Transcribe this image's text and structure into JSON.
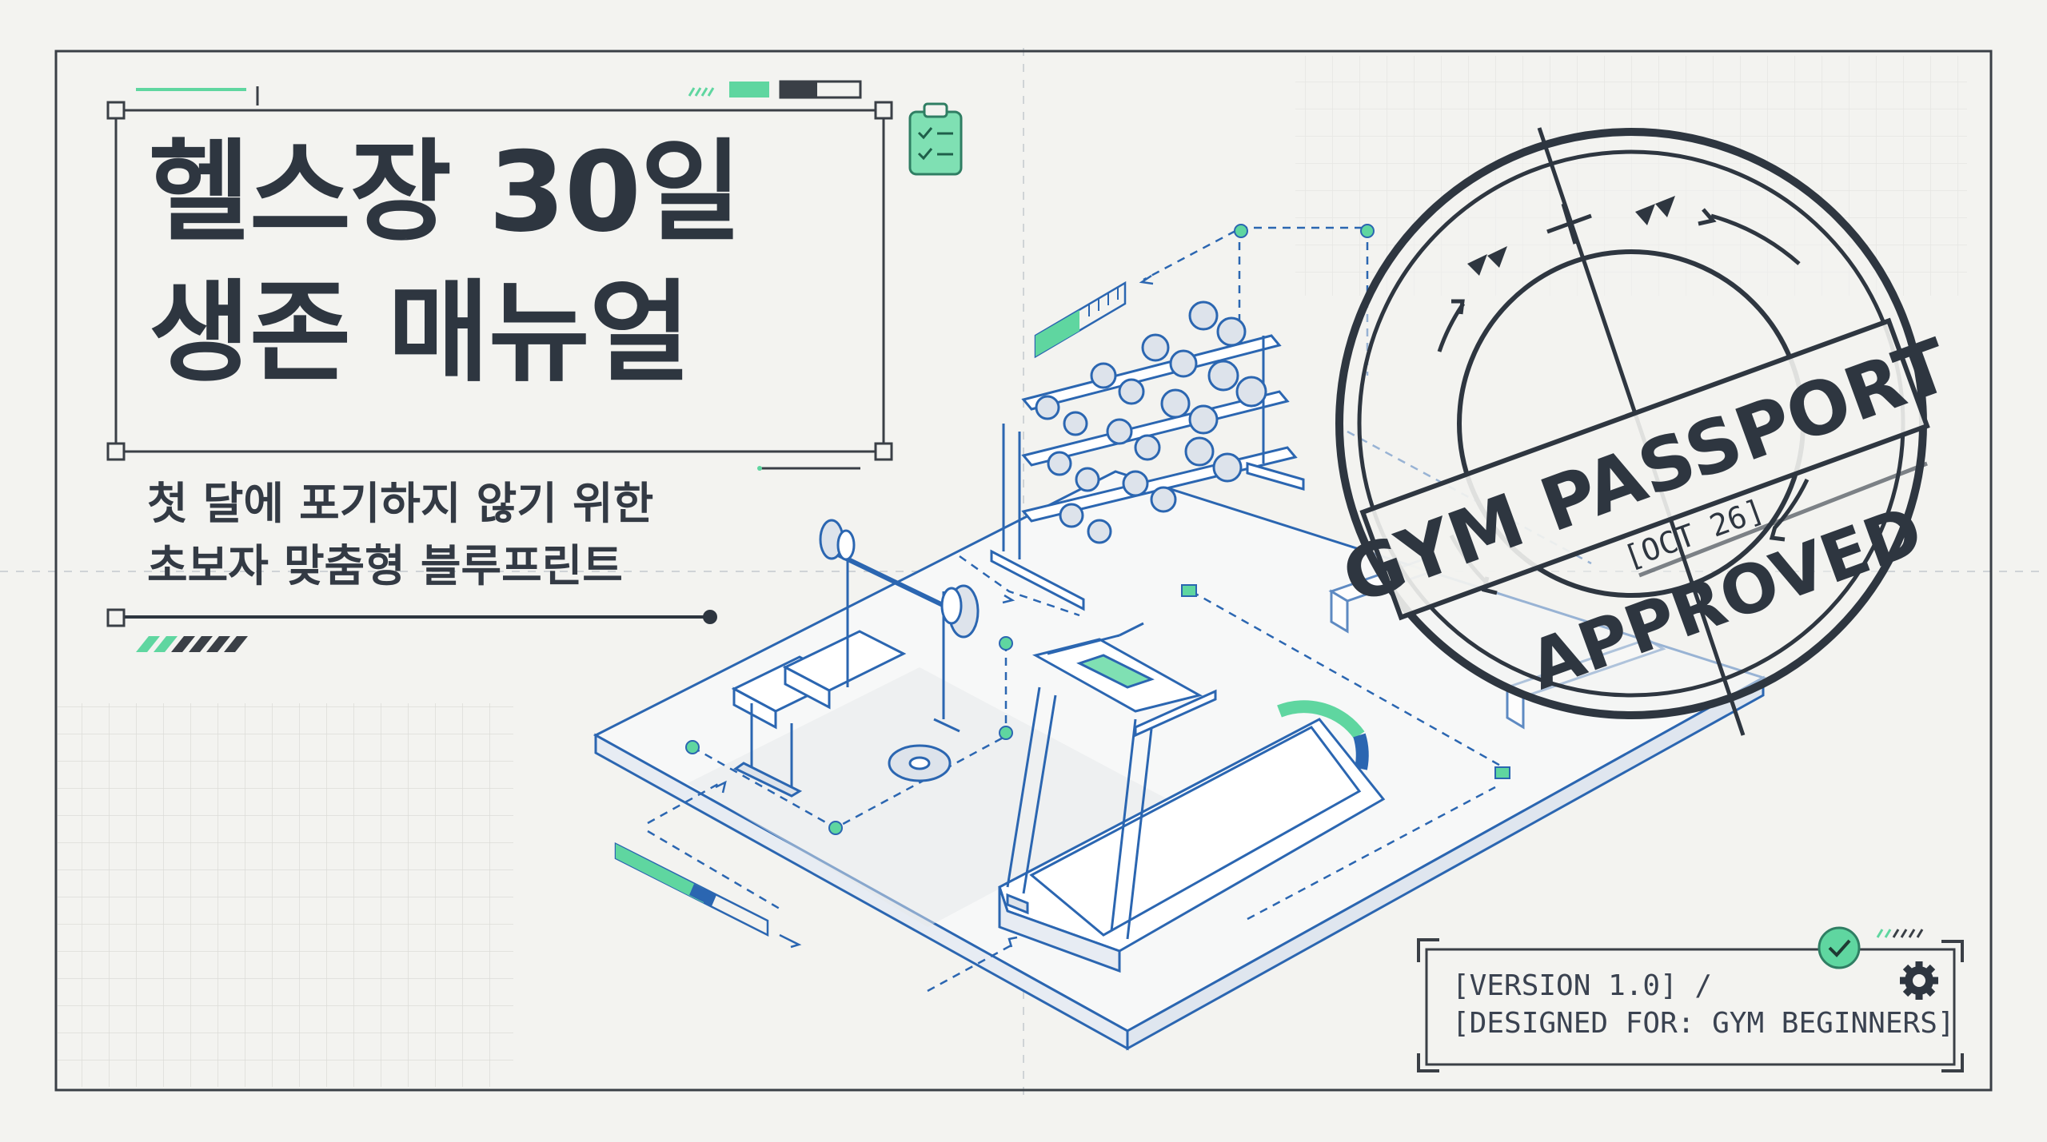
{
  "cover": {
    "title_line_1": "헬스장 30일",
    "title_line_2": "생존 매뉴얼",
    "subtitle_line_1": "첫 달에 포기하지 않기 위한",
    "subtitle_line_2": "초보자 맞춤형 블루프린트"
  },
  "stamp": {
    "top_text": "GYM PASSPORT",
    "date": "[OCT 26]",
    "bottom_text": "APPROVED"
  },
  "info_box": {
    "version": "[VERSION 1.0] /",
    "designed_for": "[DESIGNED FOR: GYM BEGINNERS]"
  },
  "icons": [
    "clipboard-checklist-icon",
    "check-circle-icon",
    "gear-icon"
  ],
  "colors": {
    "accent_green": "#5fd6a0",
    "line_blue": "#2b66b1",
    "ink": "#2e3640",
    "background": "#f3f3f0"
  }
}
